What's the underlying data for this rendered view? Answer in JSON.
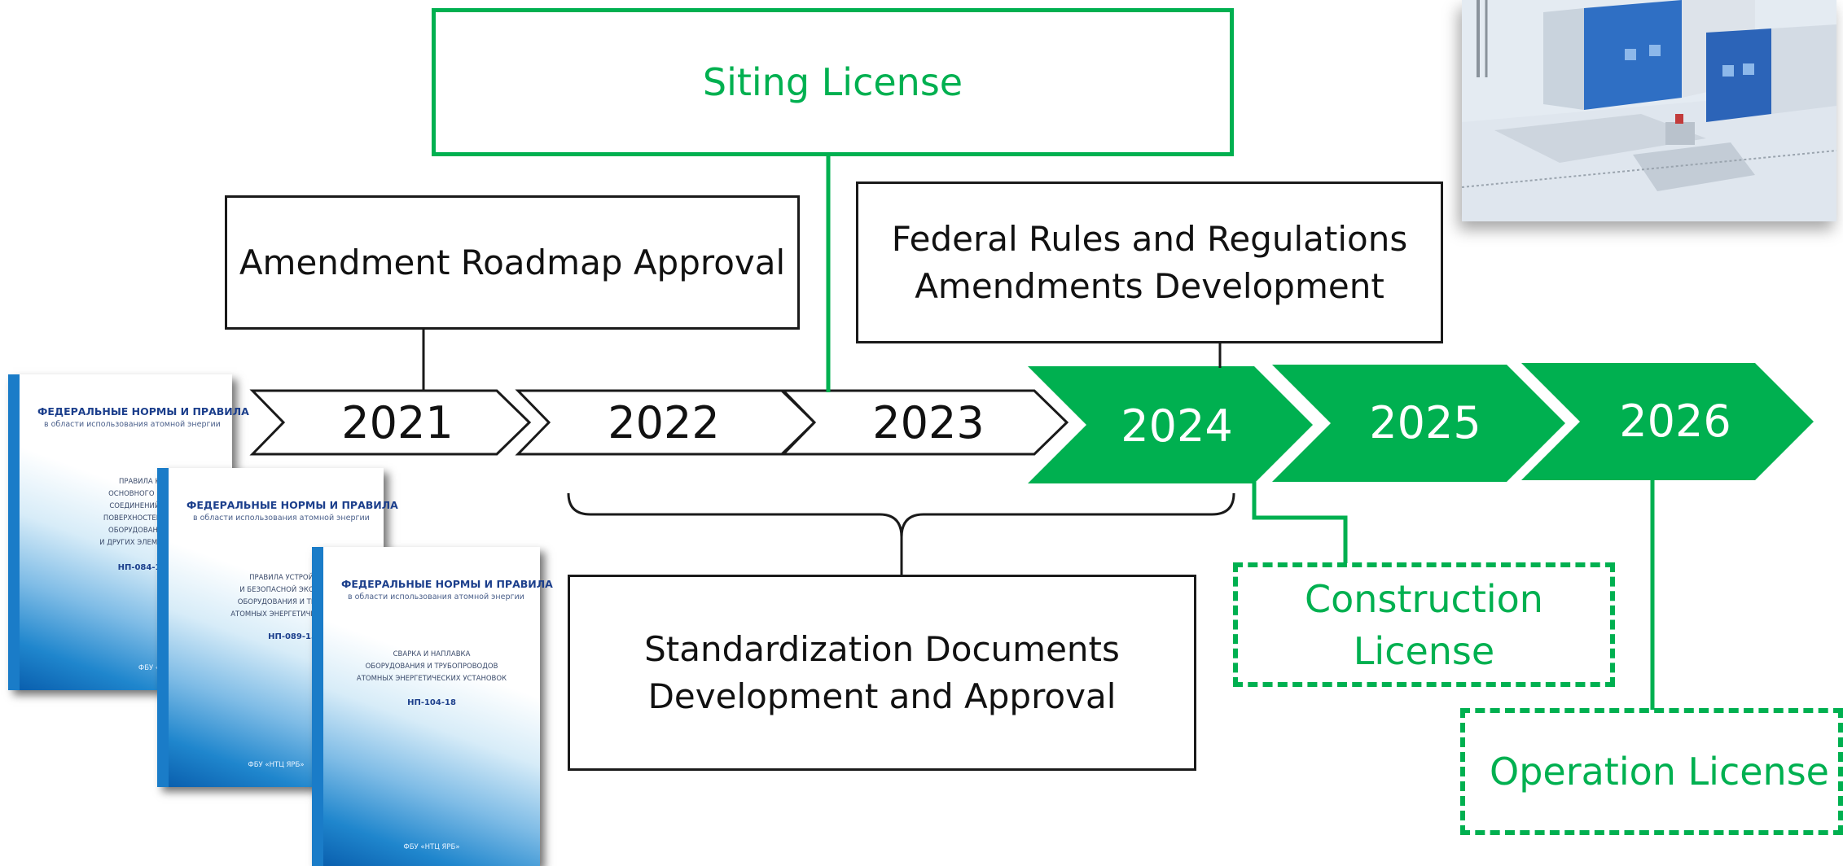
{
  "timeline": {
    "years_white": [
      "2021",
      "2022",
      "2023"
    ],
    "years_green": [
      "2024",
      "2025",
      "2026"
    ]
  },
  "boxes": {
    "siting_license": "Siting License",
    "amendment_roadmap": "Amendment Roadmap Approval",
    "federal_rules": "Federal Rules and Regulations\nAmendments Development",
    "standardization": "Standardization Documents\nDevelopment and Approval",
    "construction_license": "Construction\nLicense",
    "operation_license": "Operation License"
  },
  "booklets": [
    {
      "header": "ФЕДЕРАЛЬНЫЕ НОРМЫ И ПРАВИЛА",
      "subheader": "в области использования атомной энергии",
      "title": "ПРАВИЛА КОНТРОЛ\nОСНОВНОГО МЕТАЛЛА, С\nСОЕДИНЕНИЙ И НАПЛАВ\nПОВЕРХНОСТЕЙ ПРИ ЭКСПЛ\nОБОРУДОВАНИЯ, ТРУБОП\nИ ДРУГИХ ЭЛЕМЕНТОВ АТОМН",
      "code": "НП-084-15",
      "org": "ФБУ «НТЦ ЯРБ»"
    },
    {
      "header": "ФЕДЕРАЛЬНЫЕ НОРМЫ И ПРАВИЛА",
      "subheader": "в области использования атомной энергии",
      "title": "ПРАВИЛА УСТРОЙСТВ\nИ БЕЗОПАСНОЙ ЭКСПЛУАТ\nОБОРУДОВАНИЯ И ТРУБОПР\nАТОМНЫХ ЭНЕРГЕТИЧЕСКИХ УС",
      "code": "НП-089-15",
      "org": "ФБУ «НТЦ ЯРБ»"
    },
    {
      "header": "ФЕДЕРАЛЬНЫЕ НОРМЫ И ПРАВИЛА",
      "subheader": "в области использования атомной энергии",
      "title": "СВАРКА И НАПЛАВКА\nОБОРУДОВАНИЯ И ТРУБОПРОВОДОВ\nАТОМНЫХ ЭНЕРГЕТИЧЕСКИХ УСТАНОВОК",
      "code": "НП-104-18",
      "org": "ФБУ «НТЦ ЯРБ»"
    }
  ],
  "colors": {
    "accent_green": "#00b050",
    "outline_black": "#1a1a1a",
    "booklet_blue": "#1a7cc8"
  }
}
